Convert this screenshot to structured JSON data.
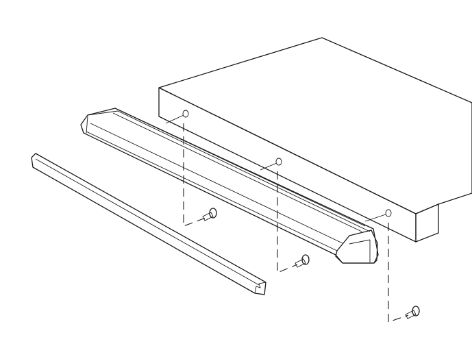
{
  "diagram": {
    "type": "assembly-illustration",
    "colors": {
      "part_fill": "#d8edfb",
      "line": "#1a1a1a",
      "background": "#ffffff"
    },
    "parts": [
      "table-top",
      "rail",
      "cover-strip",
      "screw",
      "screw",
      "screw"
    ]
  }
}
